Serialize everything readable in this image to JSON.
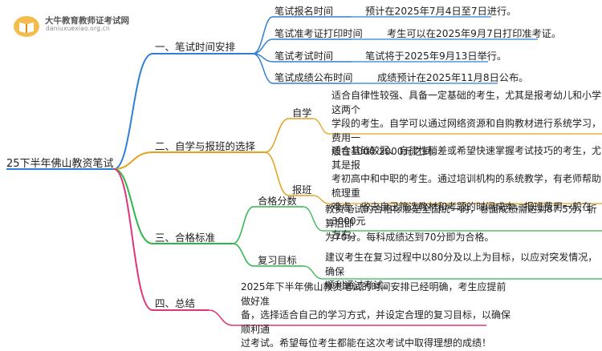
{
  "watermark": {
    "site_name": "大牛教育教师证考试网",
    "url": "daniuxuexiao.org.cn",
    "logo_icon": "open-book-icon"
  },
  "root": {
    "label": "25下半年佛山教资笔试"
  },
  "branches": [
    {
      "label": "一、笔试时间安排",
      "color": "#2f7fd6",
      "items": [
        {
          "label": "笔试报名时间",
          "detail": "预计在2025年7月4日至7日进行。"
        },
        {
          "label": "笔试准考证打印时间",
          "detail": "考生可以在2025年9月7日打印准考证。"
        },
        {
          "label": "笔试考试时间",
          "detail": "笔试将于2025年9月13日举行。"
        },
        {
          "label": "笔试成绩公布时间",
          "detail": "成绩预计在2025年11月8日公布。"
        }
      ]
    },
    {
      "label": "二、自学与报班的选择",
      "color": "#e3a21a",
      "items": [
        {
          "label": "自学",
          "detail_lines": [
            "适合自律性较强、具备一定基础的考生，尤其是报考幼儿和小学这两个",
            "学段的考生。自学可以通过网络资源和自购教材进行系统学习，费用一",
            "般在1000-2000元之间。"
          ]
        },
        {
          "label": "报班",
          "detail_lines": [
            "适合基础较弱、自律性稍差或希望快速掌握考试技巧的考生，尤其是报",
            "考初高中和中职的考生。通过培训机构的系统教学，有老师帮助梳理重",
            "难点，省去自己筛选教材和考题的时间成本，报班费用一般在3000元",
            "左右。"
          ]
        }
      ]
    },
    {
      "label": "三、合格标准",
      "color": "#2fb64a",
      "items": [
        {
          "label": "合格分数",
          "detail_lines": [
            "教资笔试的合格标准是全国统一的，卷面成绩需达到87.5分，折算后即",
            "为70分。每科成绩达到70分即为合格。"
          ]
        },
        {
          "label": "复习目标",
          "detail_lines": [
            "建议考生在复习过程中以80分及以上为目标，以应对突发情况，确保",
            "顺利通过考试。"
          ]
        }
      ]
    },
    {
      "label": "四、总结",
      "color": "#e0347a",
      "summary_lines": [
        "2025年下半年佛山教资笔试的时间安排已经明确，考生应提前做好准",
        "备，选择适合自己的学习方式，并设定合理的复习目标，以确保顺利通",
        "过考试。希望每位考生都能在这次考试中取得理想的成绩！"
      ]
    }
  ]
}
